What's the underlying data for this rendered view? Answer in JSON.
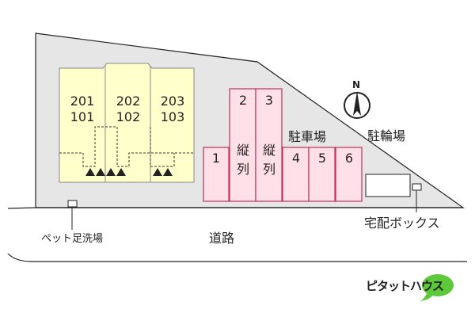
{
  "site": {
    "units": [
      {
        "upper": "201",
        "lower": "101"
      },
      {
        "upper": "202",
        "lower": "102"
      },
      {
        "upper": "203",
        "lower": "103"
      }
    ],
    "parking": {
      "label": "駐車場",
      "spaces": [
        "1",
        "2",
        "3",
        "4",
        "5",
        "6"
      ],
      "tandem_label": "縦列"
    },
    "bicycle_parking_label": "駐輪場",
    "delivery_box_label": "宅配ボックス",
    "pet_wash_label": "ペット足洗場",
    "road_label": "道路",
    "compass_label": "N",
    "logo_text": "ピタットハウス",
    "colors": {
      "building": "#ffffcc",
      "parking": "#ffe0e8",
      "parking_stroke": "#c0305a",
      "site": "#e6e6e6",
      "logo_green": "#5cc83a"
    }
  }
}
